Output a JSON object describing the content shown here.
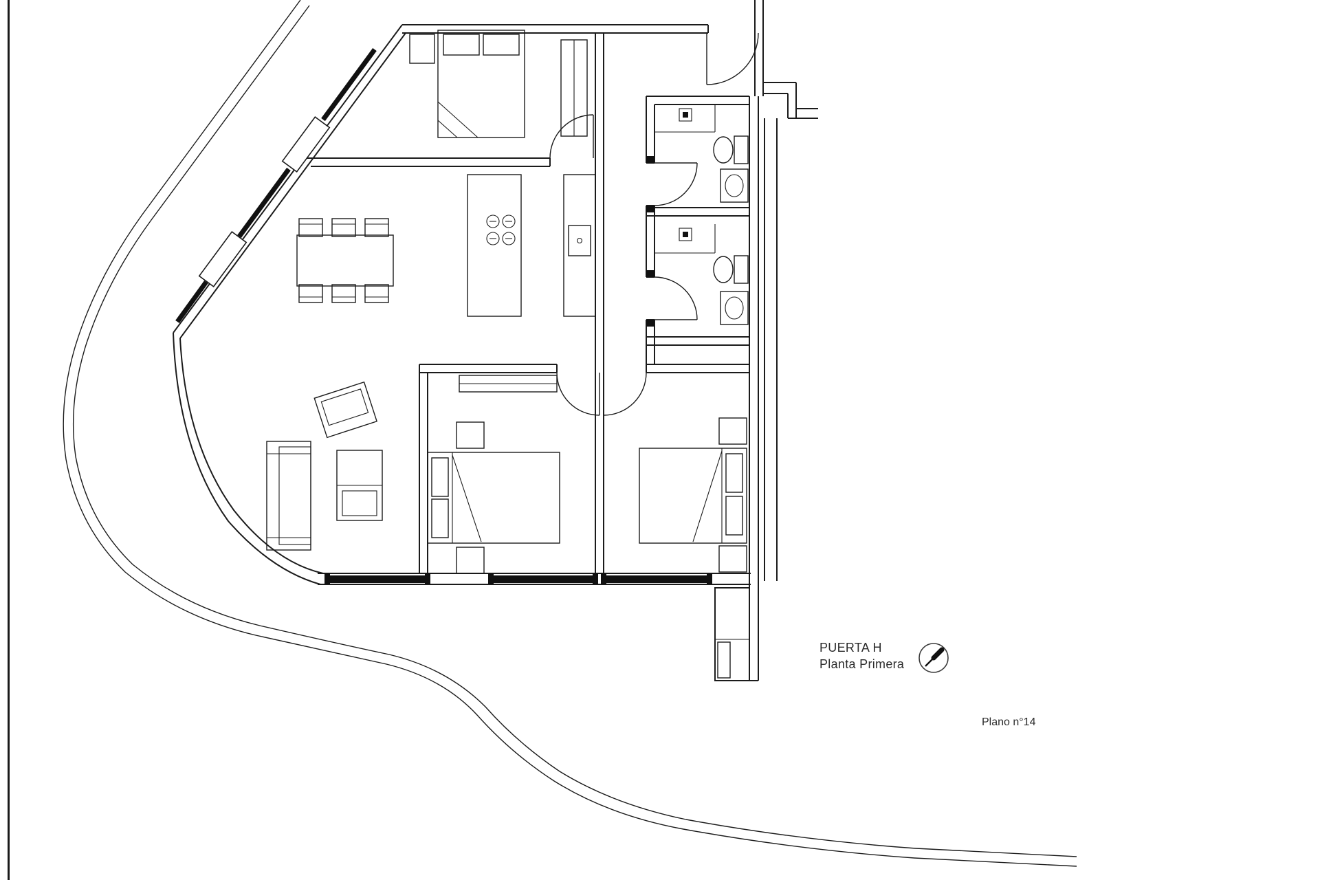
{
  "page": {
    "background": "#ffffff",
    "line_color": "#1b1b1b"
  },
  "title_block": {
    "door_label": "PUERTA H",
    "floor_label": "Planta Primera"
  },
  "plan_label": "Plano n°14",
  "compass": {
    "icon": "north-arrow-icon"
  }
}
